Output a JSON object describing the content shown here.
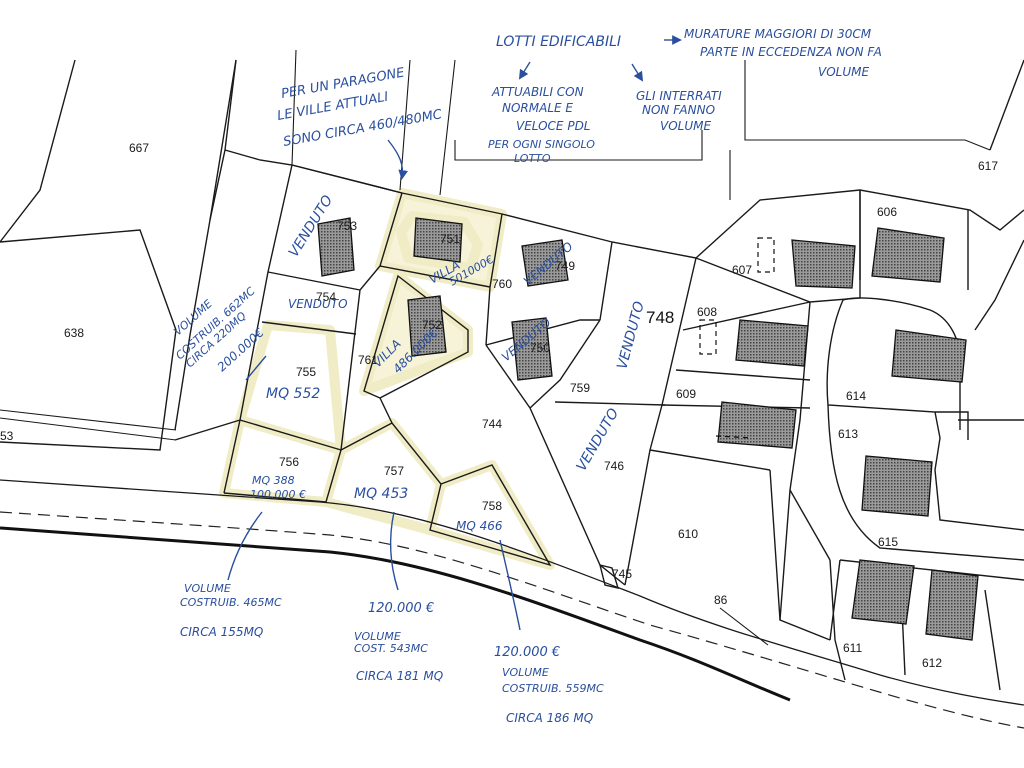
{
  "parcels": {
    "p667": "667",
    "p638": "638",
    "p53": "53",
    "p617": "617",
    "p606": "606",
    "p607": "607",
    "p608": "608",
    "p609": "609",
    "p614": "614",
    "p613": "613",
    "p615": "615",
    "p611": "611",
    "p612": "612",
    "p610": "610",
    "p86": "86",
    "p745": "745",
    "p746": "746",
    "p744": "744",
    "p748": "748",
    "p759": "759",
    "p760": "760",
    "p749": "749",
    "p750": "750",
    "p751": "751",
    "p752": "752",
    "p753": "753",
    "p754": "754",
    "p755": "755",
    "p756": "756",
    "p757": "757",
    "p758": "758",
    "p761": "761"
  },
  "notes": {
    "lotti_title": "LOTTI EDIFICABILI",
    "attuabili_1": "ATTUABILI CON",
    "attuabili_2": "NORMALE E",
    "attuabili_3": "VELOCE PDL",
    "attuabili_4": "PER OGNI SINGOLO",
    "attuabili_5": "LOTTO",
    "interrati_1": "GLI INTERRATI",
    "interrati_2": "NON FANNO",
    "interrati_3": "VOLUME",
    "murature_1": "MURATURE MAGGIORI DI 30CM",
    "murature_2": "PARTE IN ECCEDENZA NON FA",
    "murature_3": "VOLUME",
    "paragone_1": "PER UN PARAGONE",
    "paragone_2": "LE VILLE ATTUALI",
    "paragone_3": "SONO CIRCA 460/480MC",
    "venduto_753": "VENDUTO",
    "venduto_754": "VENDUTO",
    "venduto_749": "VENDUTO",
    "venduto_750": "VENDUTO",
    "venduto_748": "VENDUTO",
    "venduto_746": "VENDUTO",
    "villa_751_a": "VILLA",
    "villa_751_b": "501000€",
    "villa_752_a": "VILLA",
    "villa_752_b": "486.000€",
    "vol_755_1": "VOLUME",
    "vol_755_2": "COSTRUIB. 662MC",
    "vol_755_3": "CIRCA 220MQ",
    "vol_755_4": "200.000€",
    "mq_755": "MQ 552",
    "mq_756": "MQ 388",
    "price_756": "100.000 €",
    "mq_757": "MQ 453",
    "mq_758": "MQ 466",
    "vol_756_1": "VOLUME",
    "vol_756_2": "COSTRUIB. 465MC",
    "vol_756_3": "CIRCA 155MQ",
    "price_757": "120.000 €",
    "vol_757_1": "VOLUME",
    "vol_757_2": "COST. 543MC",
    "vol_757_3": "CIRCA 181 MQ",
    "price_758": "120.000 €",
    "vol_758_1": "VOLUME",
    "vol_758_2": "COSTRUIB. 559MC",
    "vol_758_3": "CIRCA 186 MQ"
  },
  "colors": {
    "ink": "#2a4f9e",
    "highlight": "#f0ecc6",
    "line": "#1a1a1a"
  }
}
